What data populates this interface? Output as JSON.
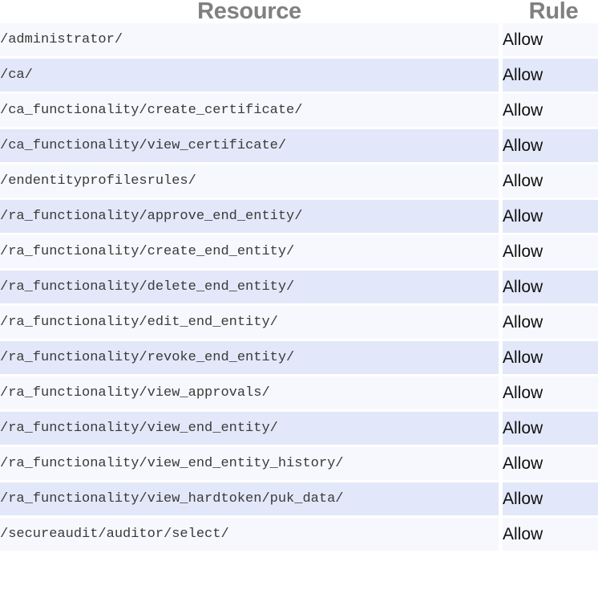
{
  "table": {
    "columns": [
      {
        "key": "resource",
        "label": "Resource"
      },
      {
        "key": "rule",
        "label": "Rule"
      }
    ],
    "colors": {
      "stripe_light": "#f7f8fe",
      "stripe_dark": "#e2e8f9",
      "header_text": "#808080",
      "resource_text": "#3a3a3a",
      "rule_text": "#101010",
      "page_background": "#ffffff"
    },
    "row_count": 15,
    "rows": [
      {
        "resource": "/administrator/",
        "rule": "Allow"
      },
      {
        "resource": "/ca/",
        "rule": "Allow"
      },
      {
        "resource": "/ca_functionality/create_certificate/",
        "rule": "Allow"
      },
      {
        "resource": "/ca_functionality/view_certificate/",
        "rule": "Allow"
      },
      {
        "resource": "/endentityprofilesrules/",
        "rule": "Allow"
      },
      {
        "resource": "/ra_functionality/approve_end_entity/",
        "rule": "Allow"
      },
      {
        "resource": "/ra_functionality/create_end_entity/",
        "rule": "Allow"
      },
      {
        "resource": "/ra_functionality/delete_end_entity/",
        "rule": "Allow"
      },
      {
        "resource": "/ra_functionality/edit_end_entity/",
        "rule": "Allow"
      },
      {
        "resource": "/ra_functionality/revoke_end_entity/",
        "rule": "Allow"
      },
      {
        "resource": "/ra_functionality/view_approvals/",
        "rule": "Allow"
      },
      {
        "resource": "/ra_functionality/view_end_entity/",
        "rule": "Allow"
      },
      {
        "resource": "/ra_functionality/view_end_entity_history/",
        "rule": "Allow"
      },
      {
        "resource": "/ra_functionality/view_hardtoken/puk_data/",
        "rule": "Allow"
      },
      {
        "resource": "/secureaudit/auditor/select/",
        "rule": "Allow"
      }
    ]
  }
}
